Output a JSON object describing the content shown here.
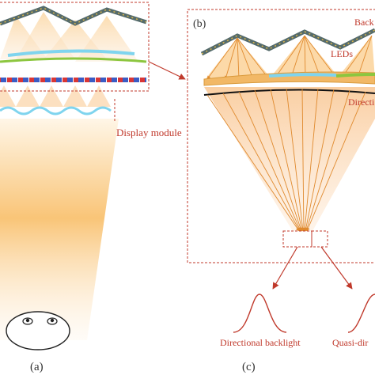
{
  "labels": {
    "panel_a": "(a)",
    "panel_b": "(b)",
    "panel_c": "(c)",
    "display_module": "Display module",
    "backlight": "Back",
    "leds": "LEDs",
    "directional": "Directi",
    "directional_backlight": "Directional backlight",
    "quasi_directional": "Quasi-dir"
  },
  "colors": {
    "accent_red": "#c0392b",
    "led_strip": "#556b6b",
    "led_dots": "#d9b44a",
    "lens_orange": "#f2b866",
    "lens_blue": "#7fd4ee",
    "lens_green": "#8cc63f",
    "beam_light": "#fbd3a6",
    "arrow": "#e08a2e"
  },
  "icons": {
    "viewer": "viewer-face-icon",
    "pointer_arrow": "red-arrow-icon"
  }
}
